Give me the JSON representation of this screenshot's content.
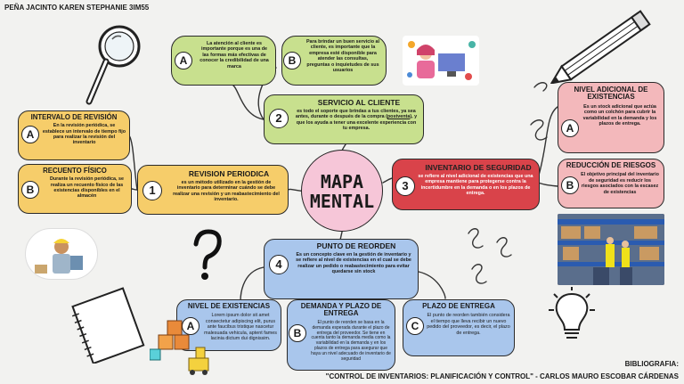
{
  "author": "PEÑA JACINTO KAREN STEPHANIE  3IM55",
  "center": {
    "line1": "MAPA",
    "line2": "MENTAL"
  },
  "colors": {
    "yellow": "#f6cd6a",
    "green": "#c8e08e",
    "red": "#d9434a",
    "pink": "#f3b8bb",
    "blue": "#a9c6ec",
    "center": "#f6c6d8"
  },
  "nodes": {
    "revision": {
      "number": "1",
      "title": "REVISION PERIODICA",
      "text": "es un método utilizado en la gestión de inventario para determinar cuándo se debe realizar una revisión y un reabastecimiento del inventario."
    },
    "servicio": {
      "number": "2",
      "title": "SERVICIO AL CLIENTE",
      "text_before": "es todo el soporte que brindas a tus clientes, ya sea antes, durante o después de la compra (",
      "text_link": "postventa",
      "text_after": "), y que los ayuda a tener una excelente experiencia con tu empresa."
    },
    "seguridad": {
      "number": "3",
      "title": "INVENTARIO DE SEGURIDAD",
      "text": "se refiere al nivel adicional de existencias que una empresa mantiene para protegerse contra la incertidumbre en la demanda o en los plazos de entrega."
    },
    "reorden": {
      "number": "4",
      "title": "PUNTO DE REORDEN",
      "text": "Es un concepto clave en la gestión de inventario y se refiere al nivel de existencias en el cual se debe realizar un pedido o reabastecimiento para evitar quedarse sin stock"
    }
  },
  "sub": {
    "intervalo": {
      "letter": "A",
      "title": "INTERVALO DE REVISIÓN",
      "text": "En la revisión periódica, se establece un intervalo de tiempo fijo para realizar la revisión del inventario"
    },
    "recuento": {
      "letter": "B",
      "title": "RECUENTO FÍSICO",
      "text": "Durante la revisión periódica, se realiza un recuento físico de las existencias disponibles en el almacén"
    },
    "atencion": {
      "letter": "A",
      "text": "La atención al cliente es importante porque es una de las formas más efectivas de conocer la credibilidad de una marca"
    },
    "brindar": {
      "letter": "B",
      "text": "Para brindar un buen servicio al cliente, es importante que la empresa esté disponible para atender las consultas, preguntas o inquietudes de sus usuarios"
    },
    "nivel_adicional": {
      "letter": "A",
      "title": "NIVEL ADICIONAL DE EXISTENCIAS",
      "text": "Es un stock adicional que actúa como un colchón para cubrir la variabilidad en la demanda y los plazos de entrega."
    },
    "riesgos": {
      "letter": "B",
      "title": "REDUCCIÓN DE RIESGOS",
      "text": "El objetivo principal del inventario de seguridad es reducir los riesgos asociados con la escasez de existencias"
    },
    "nivel_existencias": {
      "letter": "A",
      "title": "NIVEL DE EXISTENCIAS",
      "text": "Lorem ipsum dolor sit amet consectetur adipiscing elit, purus ante faucibus tristique nascetur malesuada vehicula, aptent fames lacinia dictum dui dignissim."
    },
    "demanda": {
      "letter": "B",
      "title": "DEMANDA Y PLAZO DE ENTREGA",
      "text": "El punto de reorden se basa en la demanda esperada durante el plazo de entrega del proveedor. Se tiene en cuenta tanto la demanda media como la variabilidad en la demanda y en los plazos de entrega para asegurar que haya un nivel adecuado de inventario de seguridad"
    },
    "plazo": {
      "letter": "C",
      "title": "PLAZO DE ENTREGA",
      "text": "El punto de reorden también considera el tiempo que lleva recibir un nuevo pedido del proveedor, es decir, el plazo de entrega."
    }
  },
  "bibliography": {
    "label": "BIBLIOGRAFIA:",
    "text": "\"CONTROL DE INVENTARIOS: PLANIFICACIÓN Y CONTROL\" - CARLOS MAURO ESCOBAR CÁRDENAS"
  },
  "icons": [
    "magnifier-icon",
    "pencil-icon",
    "question-mark-icon",
    "notebook-icon",
    "lightbulb-icon",
    "customer-service-illustration",
    "worker-illustration",
    "warehouse-photo",
    "boxes-illustration"
  ]
}
